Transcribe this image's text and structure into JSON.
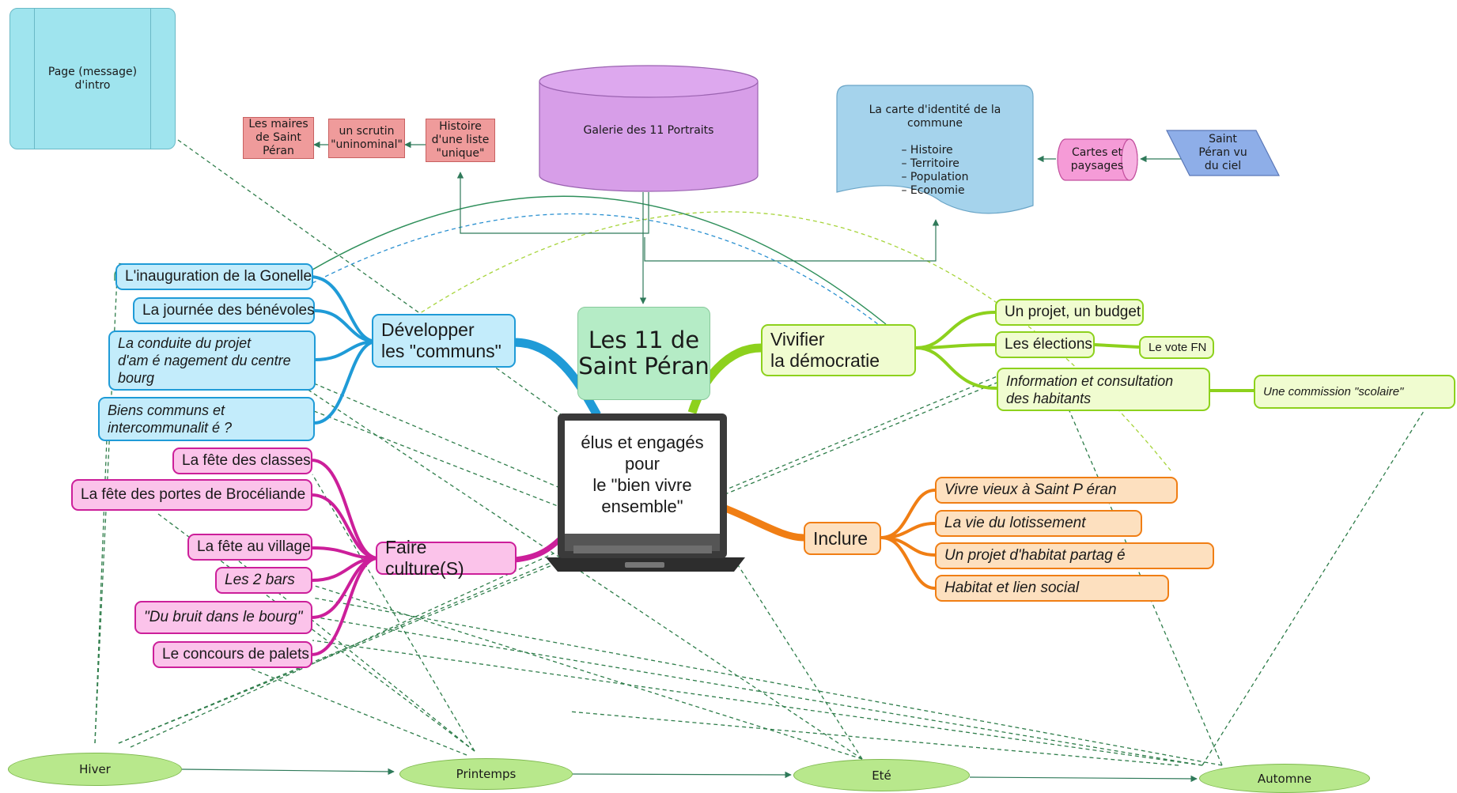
{
  "page_intro": "Page (message)\nd'intro",
  "gallery": "Galerie des 11 Portraits",
  "identity_card": {
    "title": "La carte d'identité de la\ncommune",
    "items": "– Histoire\n– Territoire\n– Population\n– Economie"
  },
  "maps": "Cartes et\npaysages",
  "aerial": "Saint\nPéran vu\ndu ciel",
  "history_chain": {
    "mayors": "Les maires\nde Saint\nPéran",
    "scrutin": "un scrutin\n\"uninominal\"",
    "history": "Histoire\nd'une liste\n\"unique\""
  },
  "title_box": "Les 11 de\nSaint Péran",
  "laptop_text": "élus et engagés\npour\nle \"bien vivre\nensemble\"",
  "branches": {
    "communs": {
      "label": "Développer\nles \"communs\"",
      "items": [
        "L'inauguration de la Gonelle",
        "La journée des bénévoles",
        "La conduite du projet\nd'am é nagement du centre\nbourg",
        "Biens communs et\nintercommunalit é  ?"
      ]
    },
    "culture": {
      "label": "Faire culture(S)",
      "items": [
        "La fête des classes",
        "La fête des portes de Brocéliande",
        "La fête au village",
        "Les 2 bars",
        "\"Du bruit dans le bourg\"",
        "Le concours de palets"
      ]
    },
    "democratie": {
      "label": "Vivifier\nla démocratie",
      "items": [
        "Un projet, un budget",
        "Les élections",
        "Information et consultation\ndes habitants"
      ],
      "vote_fn": "Le vote FN",
      "commission": "Une commission \"scolaire\""
    },
    "inclure": {
      "label": "Inclure",
      "items": [
        "Vivre vieux  à Saint P éran",
        "La vie du lotissement",
        "Un projet d'habitat partag é",
        "Habitat et lien social"
      ]
    }
  },
  "seasons": [
    "Hiver",
    "Printemps",
    "Eté",
    "Automne"
  ],
  "colors": {
    "blue": "#1f9bd7",
    "pink": "#cc1f9a",
    "green": "#8dd11d",
    "orange": "#f07e14",
    "title_fill": "#b5ecc6",
    "gallery_fill": "#d79ee8",
    "card_fill": "#a5d3ec",
    "season_fill": "#b8e88c",
    "dashed_green": "#2e7d4a"
  }
}
